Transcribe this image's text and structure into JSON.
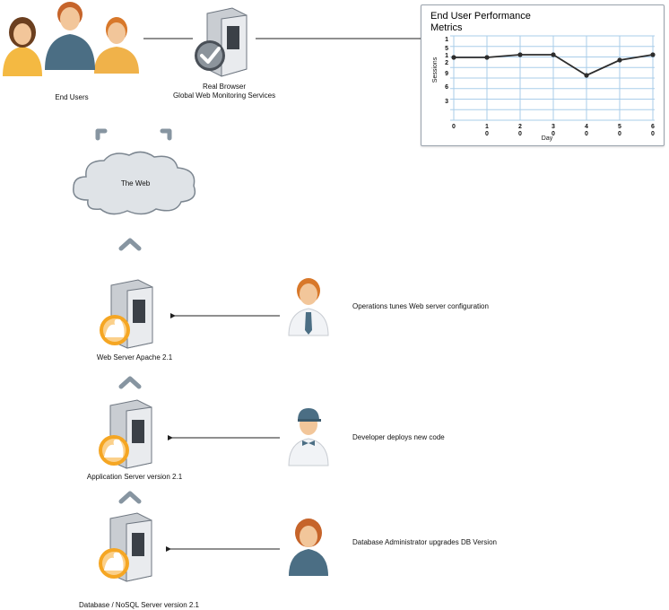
{
  "end_users": {
    "label": "End Users"
  },
  "real_browser": {
    "line1": "Real Browser",
    "line2": "Global Web Monitoring Services"
  },
  "web_cloud": {
    "label": "The Web"
  },
  "web_server": {
    "label": "Web Server Apache 2.1"
  },
  "app_server": {
    "label": "Application Server version 2.1"
  },
  "db_server": {
    "label": "Database / NoSQL Server version 2.1"
  },
  "operations": {
    "label": "Operations tunes Web server configuration"
  },
  "developer": {
    "label": "Developer deploys new code"
  },
  "dba": {
    "label": "Database Administrator upgrades DB Version"
  },
  "colors": {
    "connector": "#1f1f1f",
    "chevron": "#8795a1",
    "grid": "#a9cdea",
    "series": "#2d2d2d",
    "flame": "#f5a623"
  },
  "chart_data": {
    "type": "line",
    "title": "End User Performance Metrics",
    "xlabel": "Day",
    "ylabel": "Sessions",
    "x_tick_labels": [
      "0",
      "1\n0",
      "2\n0",
      "3\n0",
      "4\n0",
      "5\n0",
      "6\n0"
    ],
    "y_tick_labels": [
      "1",
      "5",
      "1",
      "2",
      "9",
      "6",
      "3"
    ],
    "x": [
      0,
      10,
      20,
      30,
      40,
      50,
      60
    ],
    "series": [
      {
        "values": [
          150,
          150,
          153,
          153,
          130,
          147,
          153
        ]
      }
    ],
    "ylim": [
      80,
      170
    ],
    "grid": true
  }
}
